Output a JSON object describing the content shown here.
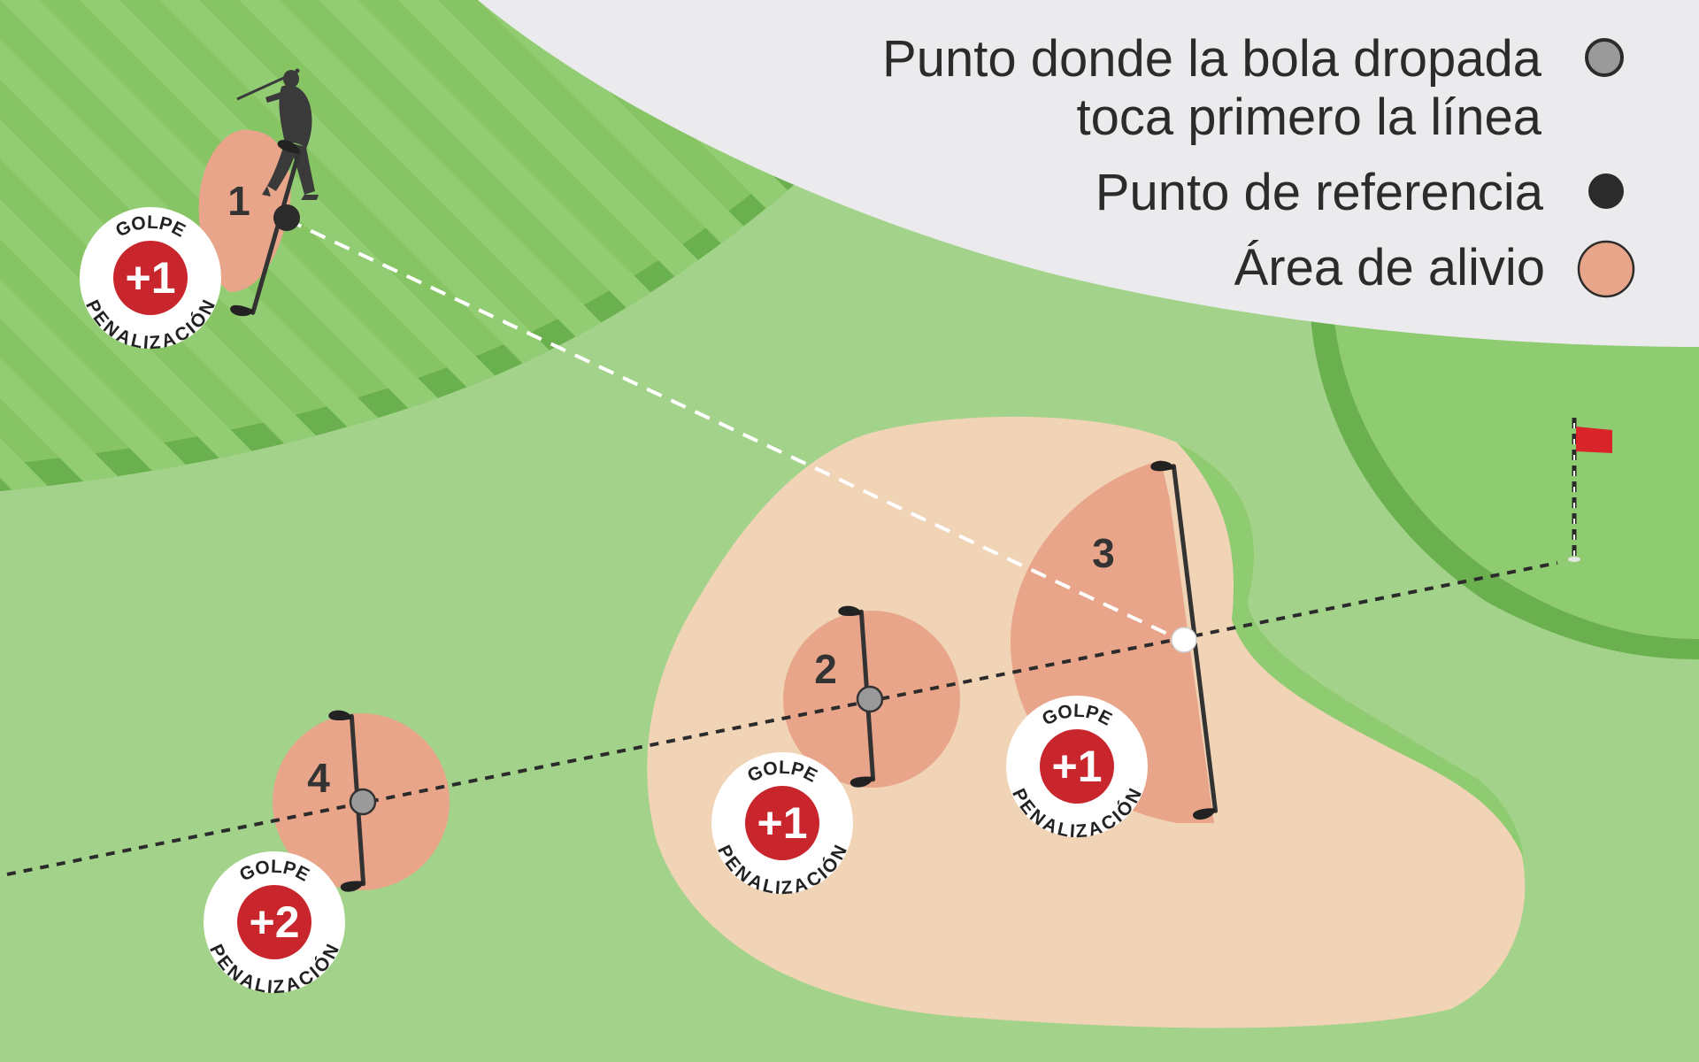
{
  "legend": {
    "drop_point_line1": "Punto donde la bola dropada",
    "drop_point_line2": "toca primero la línea",
    "reference_point": "Punto de referencia",
    "relief_area": "Área de alivio"
  },
  "options": [
    {
      "number": "1",
      "penalty": "+1"
    },
    {
      "number": "2",
      "penalty": "+1"
    },
    {
      "number": "3",
      "penalty": "+1"
    },
    {
      "number": "4",
      "penalty": "+2"
    }
  ],
  "badge": {
    "top_word": "GOLPE",
    "bottom_word": "PENALIZACIÓN"
  },
  "colors": {
    "rough": "#a3d38a",
    "fairway": "#86c464",
    "fairway_stripe": "#93cd73",
    "fairway_edge": "#6bb04e",
    "green": "#8fcb70",
    "bunker": "#f1d3b6",
    "relief_area": "#e8a58a",
    "legend_panel": "#ebebed",
    "penalty_red": "#c8252c",
    "reference_point": "#2b2b2b",
    "drop_point": "#9a9a9a",
    "flag": "#d9242a"
  },
  "icons": [
    "golfer-silhouette-icon",
    "flag-icon",
    "golf-ball-icon",
    "club-icon"
  ]
}
